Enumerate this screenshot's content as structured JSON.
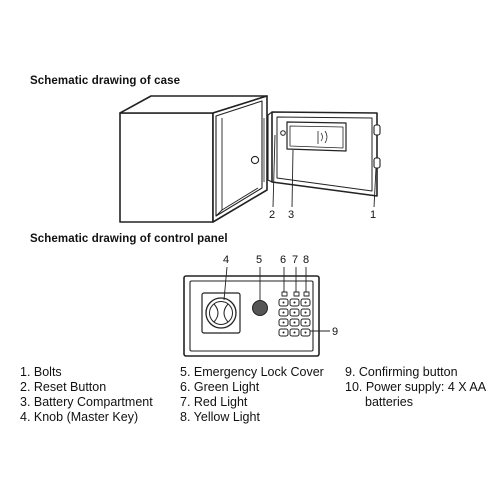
{
  "headings": {
    "case": "Schematic drawing of case",
    "panel": "Schematic drawing of control panel"
  },
  "case_callouts": [
    "2",
    "3",
    "1"
  ],
  "panel_callouts": [
    "4",
    "5",
    "6",
    "7",
    "8",
    "9"
  ],
  "legend": {
    "col1": [
      "1. Bolts",
      "2. Reset Button",
      "3. Battery Compartment",
      "4. Knob (Master Key)"
    ],
    "col2": [
      "5. Emergency Lock Cover",
      "6. Green Light",
      "7. Red Light",
      "8. Yellow Light"
    ],
    "col3": [
      "9. Confirming button",
      "10. Power supply: 4 X AA",
      "batteries"
    ]
  }
}
